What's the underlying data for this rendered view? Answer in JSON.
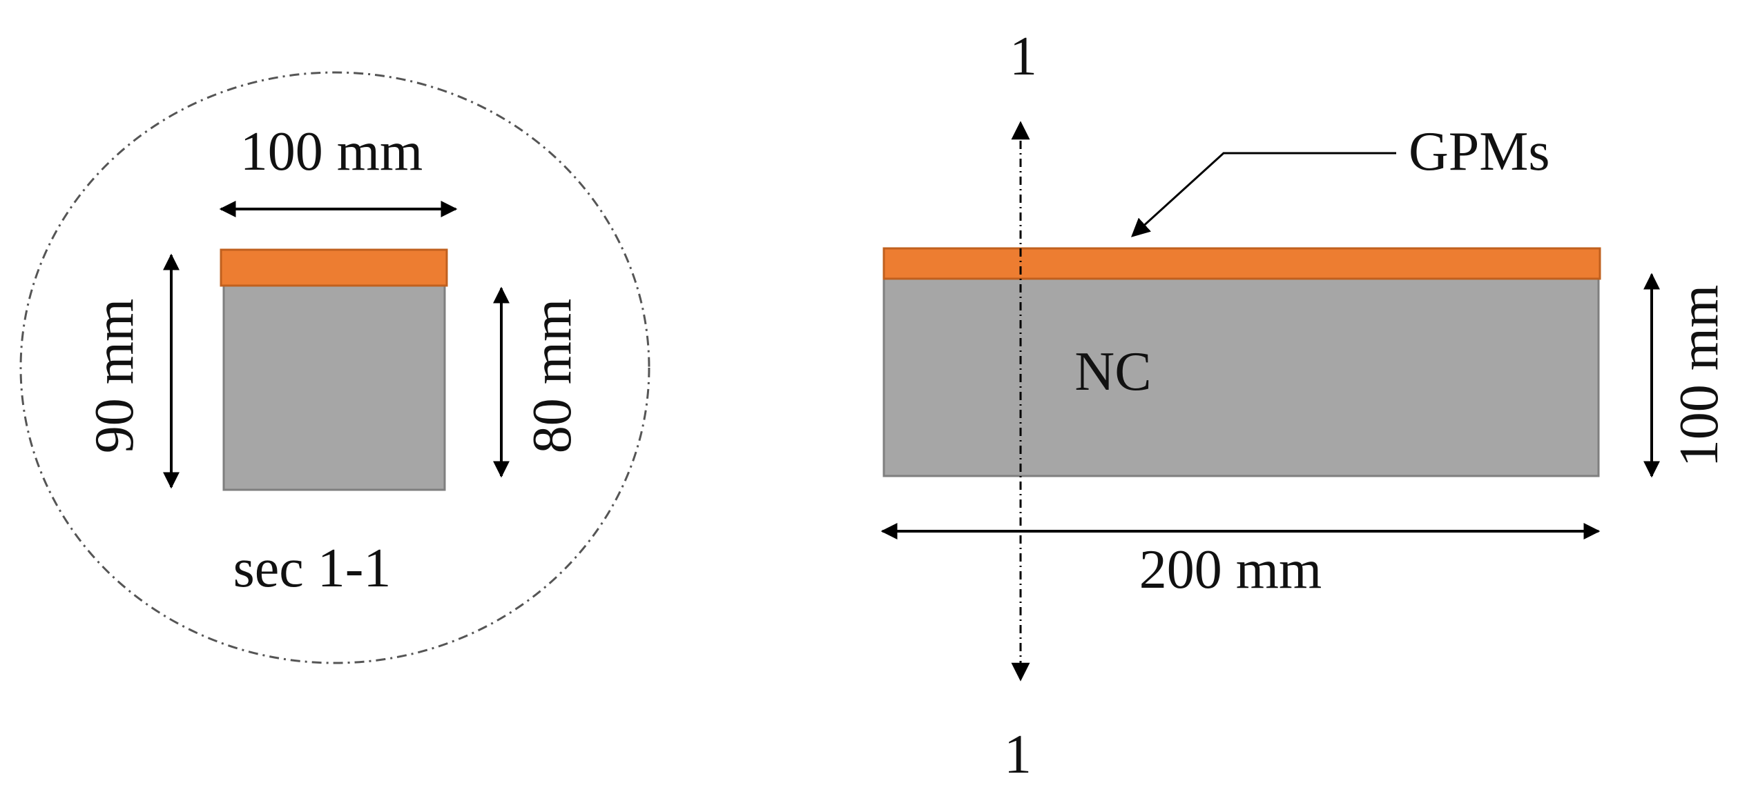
{
  "section_view": {
    "width_label": "100 mm",
    "total_height_label": "90 mm",
    "concrete_height_label": "80 mm",
    "caption": "sec 1-1"
  },
  "elevation_view": {
    "cut_label_top": "1",
    "cut_label_bottom": "1",
    "layer_label": "GPMs",
    "core_label": "NC",
    "height_label": "100 mm",
    "length_label": "200 mm"
  },
  "colors": {
    "gpm_layer": "#ED7D31",
    "gpm_border": "#C0601E",
    "concrete": "#A6A6A6",
    "concrete_border": "#7F7F7F",
    "lines": "#000000",
    "circle": "#555555"
  }
}
